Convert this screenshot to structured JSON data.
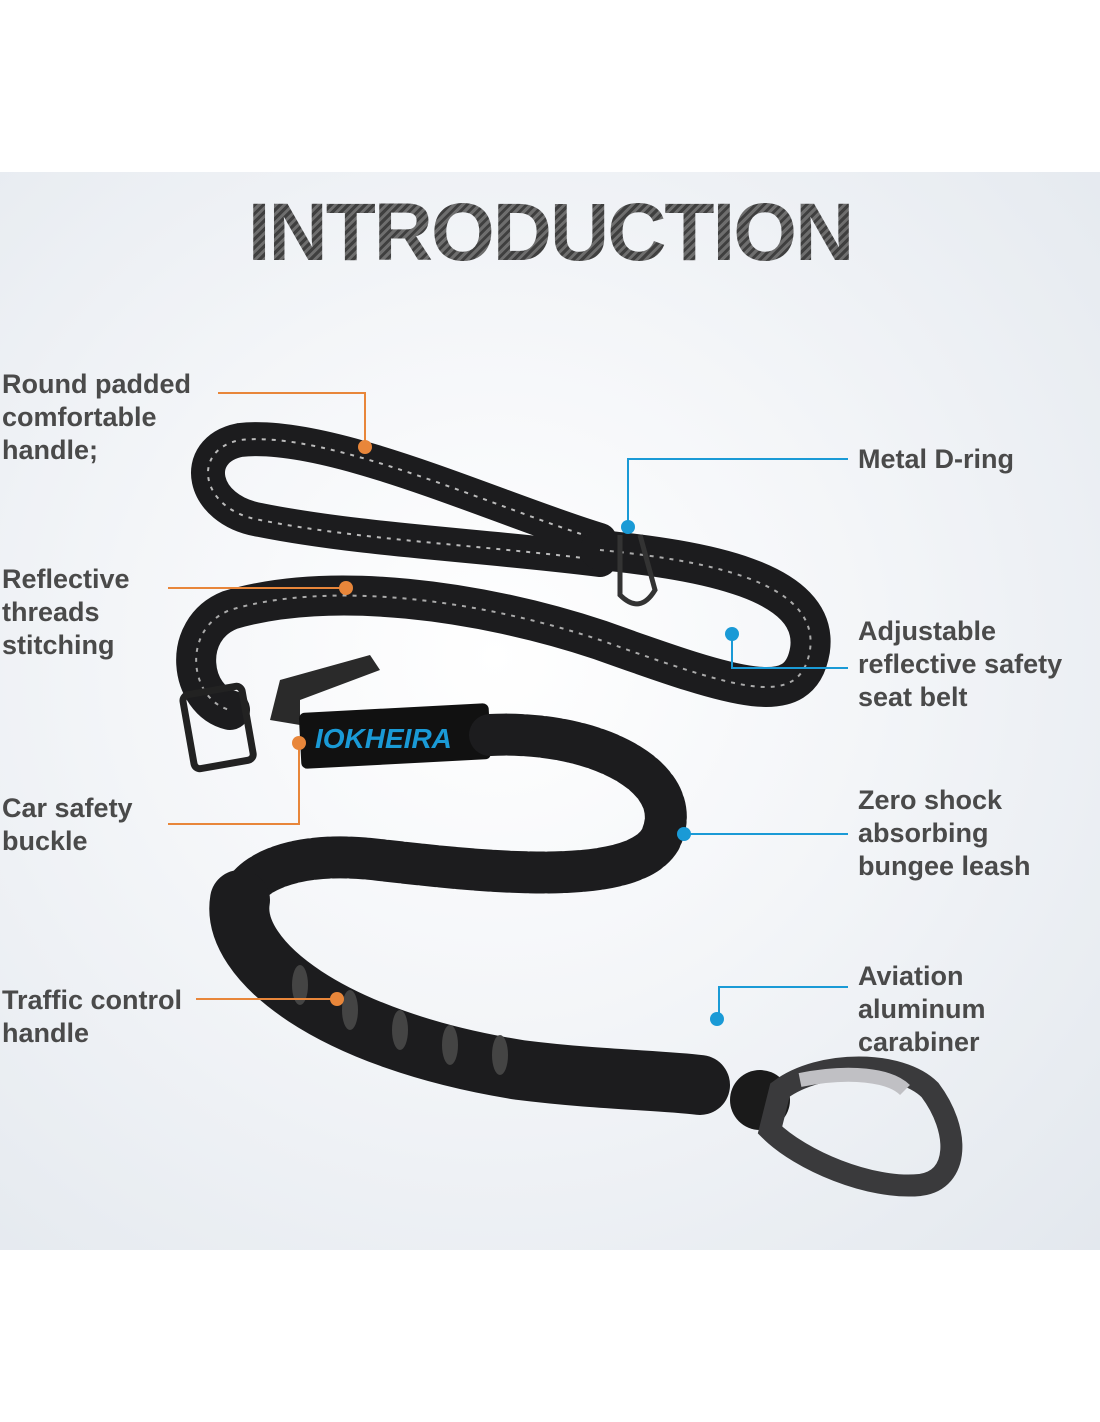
{
  "title": "INTRODUCTION",
  "brand": "IOKHEIRA",
  "colors": {
    "left_accent": "#e8863a",
    "right_accent": "#1a9ad6",
    "text": "#4a4a4a",
    "leash": "#1c1c1e"
  },
  "left_labels": [
    {
      "text": "Round padded\ncomfortable\nhandle;"
    },
    {
      "text": "Reflective\nthreads\nstitching"
    },
    {
      "text": "Car safety\nbuckle"
    },
    {
      "text": "Traffic control\nhandle"
    }
  ],
  "right_labels": [
    {
      "text": "Metal D-ring"
    },
    {
      "text": "Adjustable\nreflective safety\nseat belt"
    },
    {
      "text": "Zero shock\nabsorbing\nbungee leash"
    },
    {
      "text": "Aviation\naluminum\ncarabiner"
    }
  ]
}
